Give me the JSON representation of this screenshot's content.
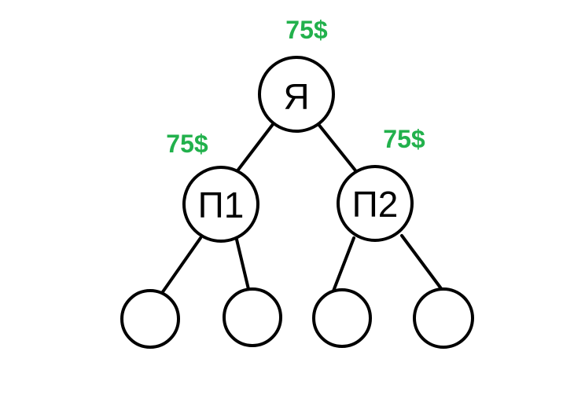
{
  "colors": {
    "amount": "#22b14c",
    "stroke": "#000000",
    "node_fill": "#ffffff"
  },
  "tree": {
    "root": {
      "label": "Я",
      "amount": "75$"
    },
    "children": [
      {
        "label": "П1",
        "amount": "75$",
        "children": [
          {
            "label": ""
          },
          {
            "label": ""
          }
        ]
      },
      {
        "label": "П2",
        "amount": "75$",
        "children": [
          {
            "label": ""
          },
          {
            "label": ""
          }
        ]
      }
    ]
  }
}
